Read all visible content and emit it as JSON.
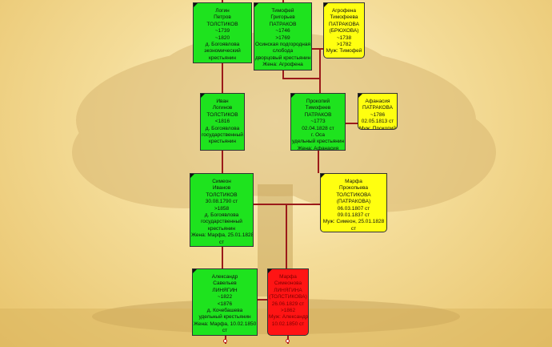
{
  "colors": {
    "male": "#1ee31e",
    "female": "#ffff10",
    "selected": "#ff1414",
    "connector": "#9b1a1a"
  },
  "persons": {
    "loggin": [
      "Логин",
      "Петров",
      "ТОЛСТИКОВ",
      "~1739",
      "~1820",
      "д. Богоявлова",
      "экономический",
      "крестьянин"
    ],
    "timofei": [
      "Тимофей",
      "Григорьев",
      "ПАТРАКОВ",
      "~1746",
      ">1769",
      "Осинская подгородная",
      "слобода",
      "дворцовый крестьянин",
      "Жена: Агрофена"
    ],
    "agrofena": [
      "Агрофена",
      "Тимофеева",
      "ПАТРАКОВА",
      "(БРЮХОВА)",
      "~1738",
      ">1782",
      "Муж: Тимофей"
    ],
    "ivan": [
      "Иван",
      "Логинов",
      "ТОЛСТИКОВ",
      "<1816",
      "д. Богоявлова",
      "государственный",
      "крестьянин"
    ],
    "prokopii": [
      "Прокопий",
      "Тимофеев",
      "ПАТРАКОВ",
      "~1773",
      "02.04.1828 ст",
      "г. Оса",
      "удельный крестьянин",
      "Жена: Афанасия"
    ],
    "afanasia": [
      "Афанасия",
      "ПАТРАКОВА",
      "~1786",
      "02.05.1813 ст",
      "Муж: Прокопий"
    ],
    "simeon": [
      "Симеон",
      "Иванов",
      "ТОЛСТИКОВ",
      "30.08.1790 ст",
      ">1858",
      "д. Богоявлова",
      "государственный",
      "крестьянин",
      "Жена: Марфа, 25.01.1828",
      "ст"
    ],
    "marfa_p": [
      "Марфа",
      "Прокопьева",
      "ТОЛСТИКОВА",
      "(ПАТРАКОВА)",
      "06.03.1807 ст",
      "09.01.1837 ст",
      "Муж: Симеон, 25.01.1828",
      "ст"
    ],
    "alexandr": [
      "Александр",
      "Савельев",
      "ЛИНЯГИН",
      "~1822",
      "<1876",
      "д. Кочебашева",
      "удельный крестьянин",
      "Жена: Марфа, 10.02.1850",
      "ст"
    ],
    "marfa_s": [
      "Марфа",
      "Симеонова",
      "ЛИНЯГИНА",
      "(ТОЛСТИКОВА)",
      "26.06.1829 ст",
      ">1862",
      "Муж: Александр,",
      "10.02.1850 ст"
    ]
  }
}
